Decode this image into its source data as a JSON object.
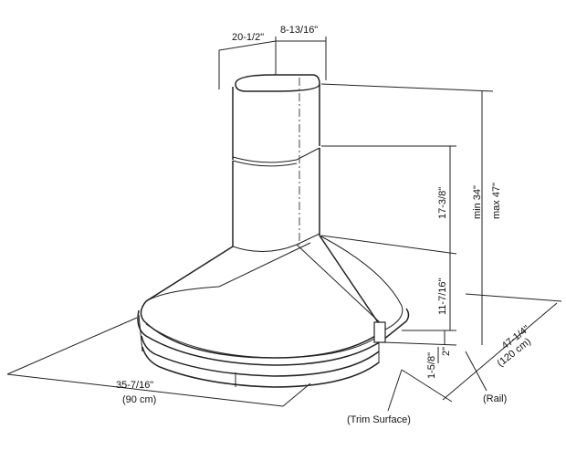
{
  "dimensions": {
    "chimney_depth": "20-1/2\"",
    "chimney_width": "8-13/16\"",
    "height_min": "min 34\"",
    "height_max": "max 47\"",
    "chimney_height": "17-3/8\"",
    "canopy_height": "11-7/16\"",
    "trim_height": "1-5/8\"",
    "rail_height": "2\"",
    "width_in": "35-7/16\"",
    "width_cm": "(90 cm)",
    "depth_in": "47-1/4\"",
    "depth_cm": "(120 cm)"
  },
  "callouts": {
    "rail": "(Rail)",
    "trim_surface": "(Trim Surface)"
  }
}
